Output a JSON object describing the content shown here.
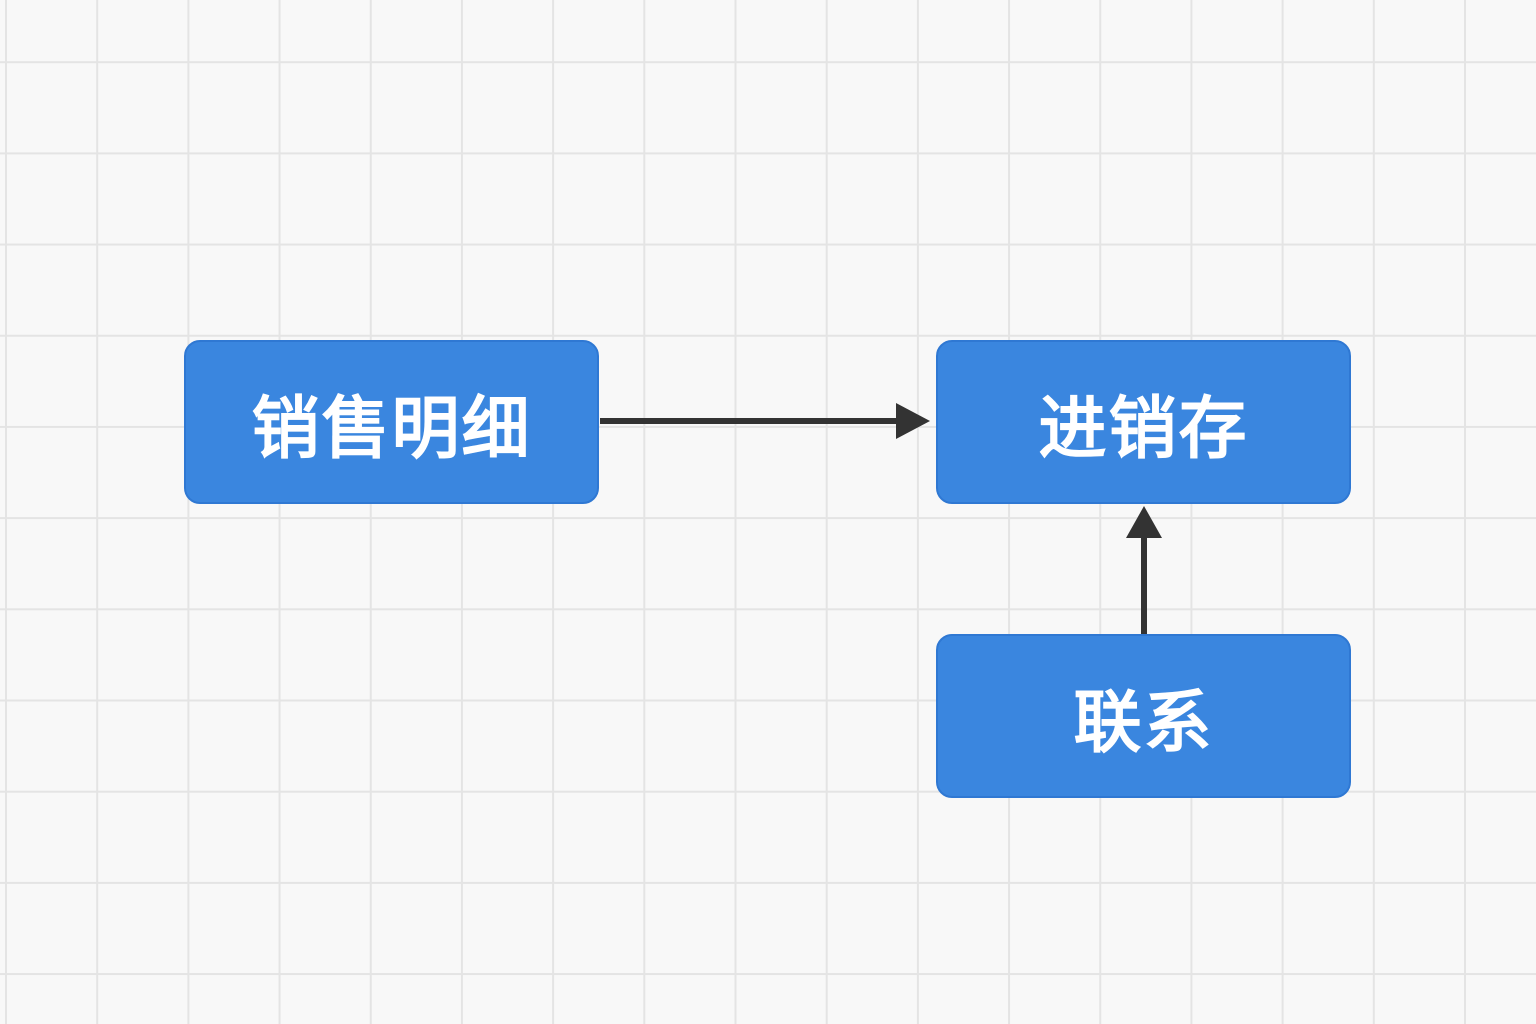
{
  "diagram": {
    "nodes": [
      {
        "id": "sales",
        "label": "销售明细"
      },
      {
        "id": "jxc",
        "label": "进销存"
      },
      {
        "id": "contact",
        "label": "联系"
      }
    ],
    "edges": [
      {
        "from": "sales",
        "to": "jxc"
      },
      {
        "from": "contact",
        "to": "jxc"
      }
    ],
    "colors": {
      "node_fill": "#3a86df",
      "node_text": "#ffffff",
      "edge": "#333333",
      "grid": "#e4e4e4",
      "background": "#f8f8f8"
    }
  }
}
